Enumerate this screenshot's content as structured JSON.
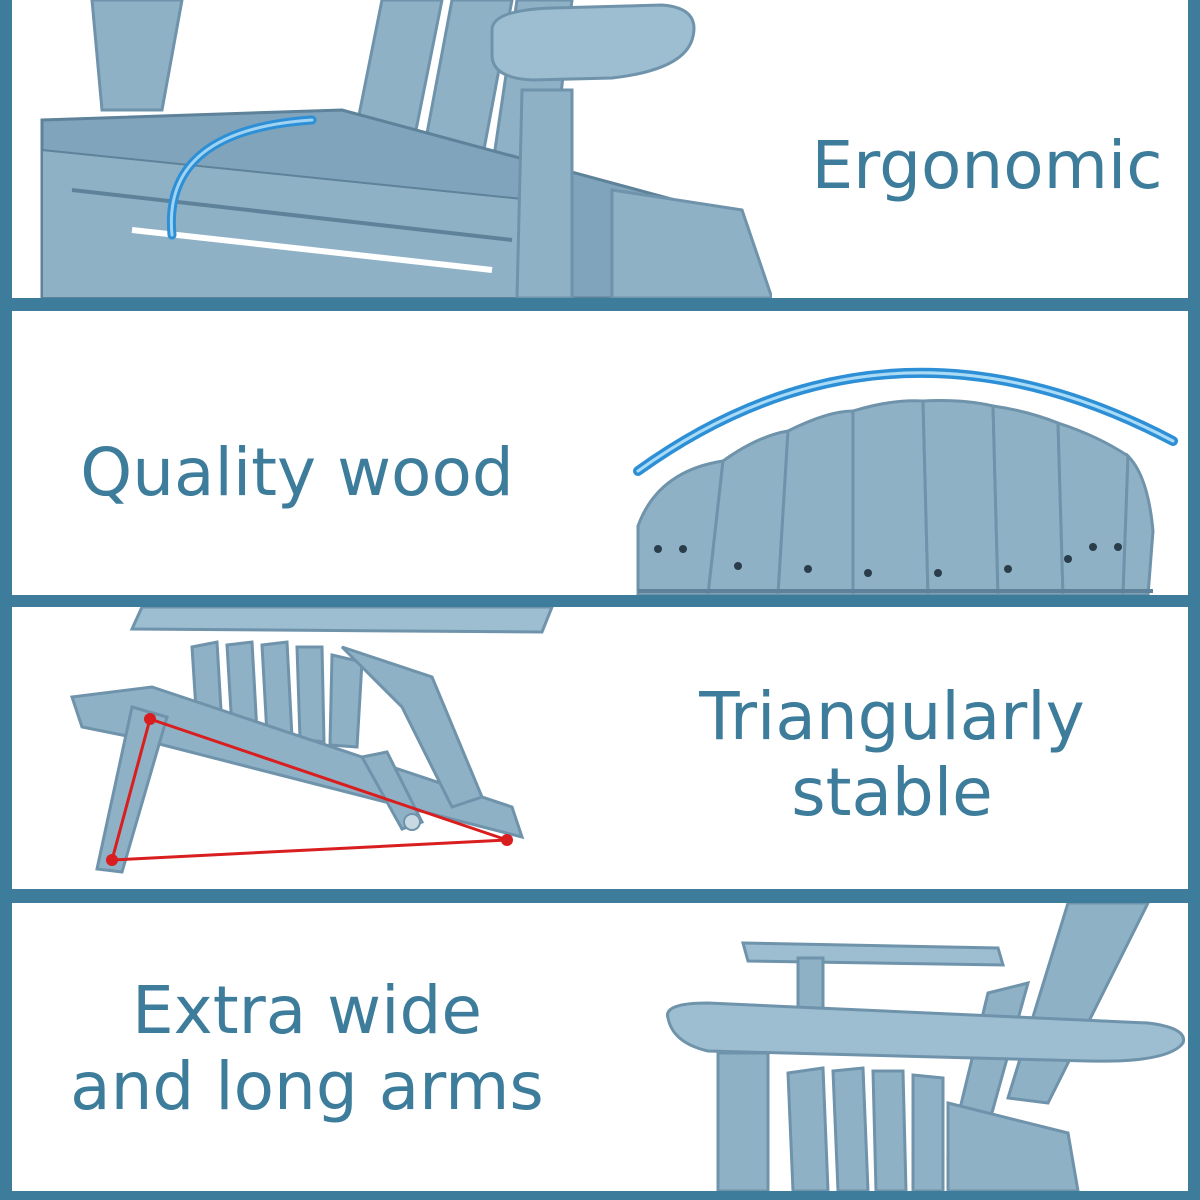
{
  "features": [
    {
      "lines": [
        "Ergonomic"
      ]
    },
    {
      "lines": [
        "Quality wood"
      ]
    },
    {
      "lines": [
        "Triangularly",
        "stable"
      ]
    },
    {
      "lines": [
        "Extra wide",
        "and long arms"
      ]
    }
  ],
  "colors": {
    "text": "#3d7d9b",
    "border": "#3d7d9b",
    "chair": "#8fb1c6",
    "chair_shadow": "#6e93ab",
    "arc": "#2d8fd6",
    "triangle": "#d81e1e",
    "panel_bg": "#ffffff"
  }
}
